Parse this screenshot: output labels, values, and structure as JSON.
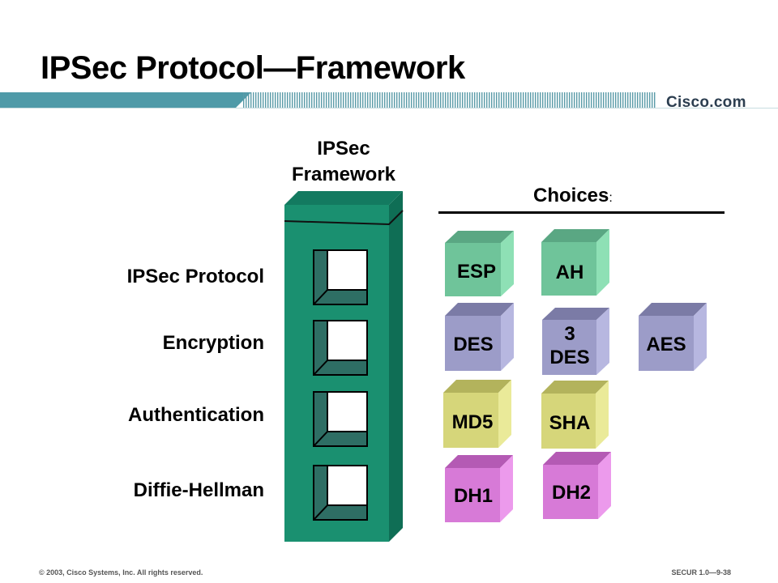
{
  "slide": {
    "title": "IPSec Protocol—Framework",
    "logo": "Cisco.com",
    "framework_label": "IPSec Framework",
    "choices_label": "Choices",
    "choices_colon": ":",
    "footer_left": "© 2003, Cisco Systems, Inc. All rights reserved.",
    "footer_right": "SECUR 1.0—9-38"
  },
  "rows": [
    {
      "label": "IPSec Protocol",
      "choices": [
        "ESP",
        "AH"
      ],
      "color": "#6fc49a"
    },
    {
      "label": "Encryption",
      "choices": [
        "DES",
        "3 DES",
        "AES"
      ],
      "color": "#9c9cc8"
    },
    {
      "label": "Authentication",
      "choices": [
        "MD5",
        "SHA"
      ],
      "color": "#d6d67a"
    },
    {
      "label": "Diffie-Hellman",
      "choices": [
        "DH1",
        "DH2"
      ],
      "color": "#d77ad7"
    }
  ],
  "colors": {
    "framework_box": "#1a9070",
    "banner": "#4f9aa8"
  }
}
